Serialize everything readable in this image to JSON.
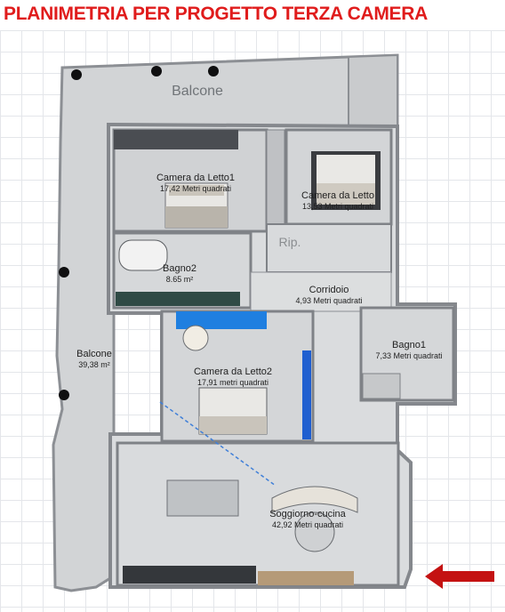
{
  "title": "PLANIMETRIA PER PROGETTO TERZA CAMERA",
  "colors": {
    "title": "#e01c1c",
    "wall": "#8c8f94",
    "floor": "#d6d8da",
    "balcony": "#cfd1d3",
    "arrow": "#c41212",
    "accent_blue": "#1f7fe0"
  },
  "rooms": {
    "balcone_top": {
      "name": "Balcone"
    },
    "camera1": {
      "name": "Camera da Letto1",
      "area": "17,42 Metri quadrati"
    },
    "camera": {
      "name": "Camera da Letto",
      "area": "13,53 Metri quadrati"
    },
    "rp": {
      "name": "Rip."
    },
    "bagno2": {
      "name": "Bagno2",
      "area": "8.65 m²"
    },
    "corridoio": {
      "name": "Corridoio",
      "area": "4,93 Metri quadrati"
    },
    "balcone_left": {
      "name": "Balcone",
      "area": "39,38 m²"
    },
    "camera2": {
      "name": "Camera da Letto2",
      "area": "17,91 metri quadrati"
    },
    "bagno1": {
      "name": "Bagno1",
      "area": "7,33 Metri quadrati"
    },
    "soggiorno": {
      "name": "Soggiorno-cucina",
      "area": "42,92 Metri quadrati"
    }
  },
  "icons": [
    "entrance-arrow-icon",
    "bed-icon",
    "sofa-icon",
    "table-icon",
    "bathtub-icon",
    "shower-icon",
    "column-icon"
  ]
}
